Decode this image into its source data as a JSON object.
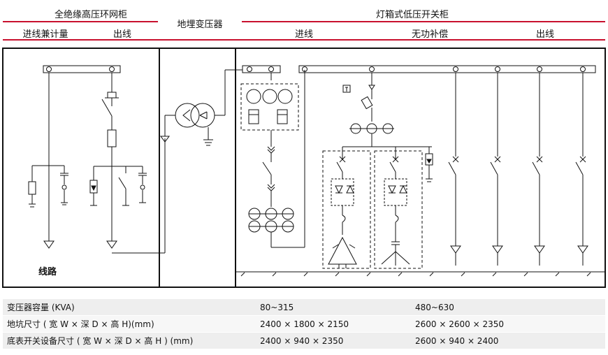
{
  "headers": {
    "ring_main_unit": "全绝缘高压环网柜",
    "incoming_metering": "进线兼计量",
    "outgoing_hv": "出线",
    "transformer": "地埋变压器",
    "lv_switchgear": "灯箱式低压开关柜",
    "incoming_lv": "进线",
    "reactive_compensation": "无功补偿",
    "outgoing_lv": "出线"
  },
  "diagram": {
    "line_label": "线路"
  },
  "table": {
    "rows": [
      {
        "label": "变压器容量 (KVA)",
        "col1": "80~315",
        "col2": "480~630"
      },
      {
        "label": "地坑尺寸 ( 宽 W × 深 D × 高 H)(mm)",
        "col1": "2400 × 1800 × 2150",
        "col2": "2600 × 2600 × 2350"
      },
      {
        "label": "底表开关设备尺寸 ( 宽 W × 深 D × 高 H ) (mm)",
        "col1": "2400 × 940 × 2350",
        "col2": "2600 × 940 × 2400"
      }
    ]
  },
  "colors": {
    "accent": "#c8102e"
  }
}
